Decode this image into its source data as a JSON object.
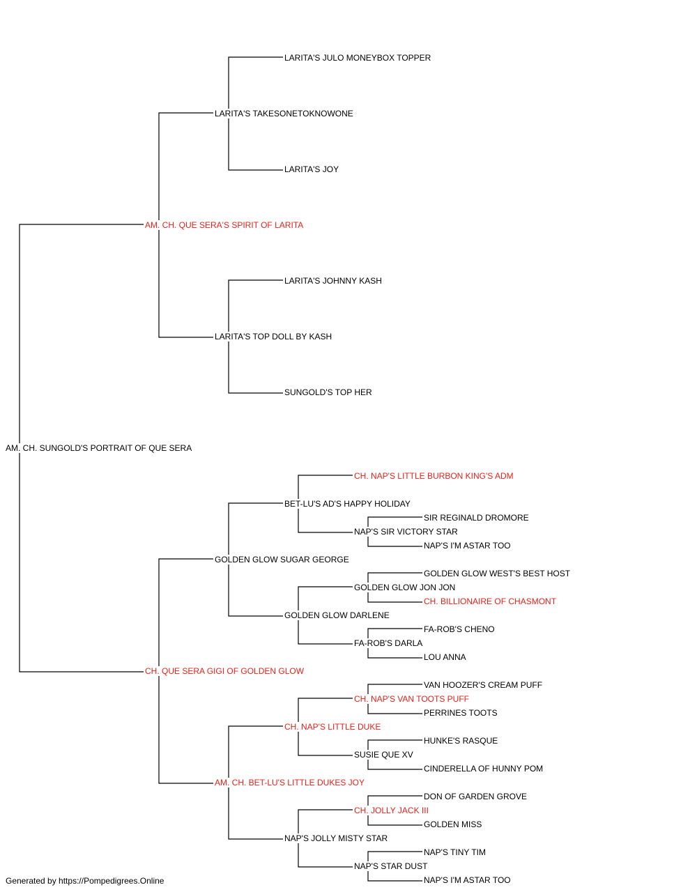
{
  "pedigree": {
    "subject": {
      "name": "AM. CH. SUNGOLD'S PORTRAIT OF QUE SERA",
      "champion": false
    },
    "sire": {
      "name": "AM. CH. QUE SERA'S SPIRIT OF LARITA",
      "champion": true
    },
    "sire_sire": {
      "name": "LARITA'S TAKESONETOKNOWONE",
      "champion": false
    },
    "sire_sire_sire": {
      "name": "LARITA'S JULO MONEYBOX TOPPER",
      "champion": false
    },
    "sire_sire_dam": {
      "name": "LARITA'S JOY",
      "champion": false
    },
    "sire_dam": {
      "name": "LARITA'S TOP DOLL BY KASH",
      "champion": false
    },
    "sire_dam_sire": {
      "name": "LARITA'S JOHNNY KASH",
      "champion": false
    },
    "sire_dam_dam": {
      "name": "SUNGOLD'S TOP HER",
      "champion": false
    },
    "dam": {
      "name": "CH. QUE SERA GIGI OF GOLDEN GLOW",
      "champion": true
    },
    "dam_sire": {
      "name": "GOLDEN GLOW SUGAR GEORGE",
      "champion": false
    },
    "dam_sire_sire": {
      "name": "BET-LU'S AD'S HAPPY HOLIDAY",
      "champion": false
    },
    "dam_sire_sire_sire": {
      "name": "CH. NAP'S LITTLE BURBON KING'S ADM",
      "champion": true
    },
    "dam_sire_sire_dam": {
      "name": "NAP'S SIR VICTORY STAR",
      "champion": false
    },
    "dam_sire_sire_dam_sire": {
      "name": "SIR REGINALD DROMORE",
      "champion": false
    },
    "dam_sire_sire_dam_dam": {
      "name": "NAP'S I'M ASTAR TOO",
      "champion": false
    },
    "dam_sire_dam": {
      "name": "GOLDEN GLOW DARLENE",
      "champion": false
    },
    "dam_sire_dam_sire": {
      "name": "GOLDEN GLOW JON JON",
      "champion": false
    },
    "dam_sire_dam_sire_sire": {
      "name": "GOLDEN GLOW WEST'S BEST HOST",
      "champion": false
    },
    "dam_sire_dam_sire_dam": {
      "name": "CH. BILLIONAIRE OF CHASMONT",
      "champion": true
    },
    "dam_sire_dam_dam": {
      "name": "FA-ROB'S DARLA",
      "champion": false
    },
    "dam_sire_dam_dam_sire": {
      "name": "FA-ROB'S CHENO",
      "champion": false
    },
    "dam_sire_dam_dam_dam": {
      "name": "LOU ANNA",
      "champion": false
    },
    "dam_dam": {
      "name": "AM. CH. BET-LU'S LITTLE DUKES JOY",
      "champion": true
    },
    "dam_dam_sire": {
      "name": "CH. NAP'S LITTLE DUKE",
      "champion": true
    },
    "dam_dam_sire_sire": {
      "name": "CH. NAP'S VAN TOOTS PUFF",
      "champion": true
    },
    "dam_dam_sire_sire_sire": {
      "name": "VAN HOOZER'S CREAM PUFF",
      "champion": false
    },
    "dam_dam_sire_sire_dam": {
      "name": "PERRINES TOOTS",
      "champion": false
    },
    "dam_dam_sire_dam": {
      "name": "SUSIE QUE XV",
      "champion": false
    },
    "dam_dam_sire_dam_sire": {
      "name": "HUNKE'S RASQUE",
      "champion": false
    },
    "dam_dam_sire_dam_dam": {
      "name": "CINDERELLA OF HUNNY POM",
      "champion": false
    },
    "dam_dam_dam": {
      "name": "NAP'S JOLLY MISTY STAR",
      "champion": false
    },
    "dam_dam_dam_sire": {
      "name": "CH. JOLLY JACK III",
      "champion": true
    },
    "dam_dam_dam_sire_sire": {
      "name": "DON OF GARDEN GROVE",
      "champion": false
    },
    "dam_dam_dam_sire_dam": {
      "name": "GOLDEN MISS",
      "champion": false
    },
    "dam_dam_dam_dam": {
      "name": "NAP'S STAR DUST",
      "champion": false
    },
    "dam_dam_dam_dam_sire": {
      "name": "NAP'S TINY TIM",
      "champion": false
    },
    "dam_dam_dam_dam_dam": {
      "name": "NAP'S I'M ASTAR TOO",
      "champion": false
    }
  },
  "colors": {
    "champion": "#e8211a",
    "normal": "#000000",
    "line": "#000000"
  },
  "footer": "Generated by https://Pompedigrees.Online"
}
